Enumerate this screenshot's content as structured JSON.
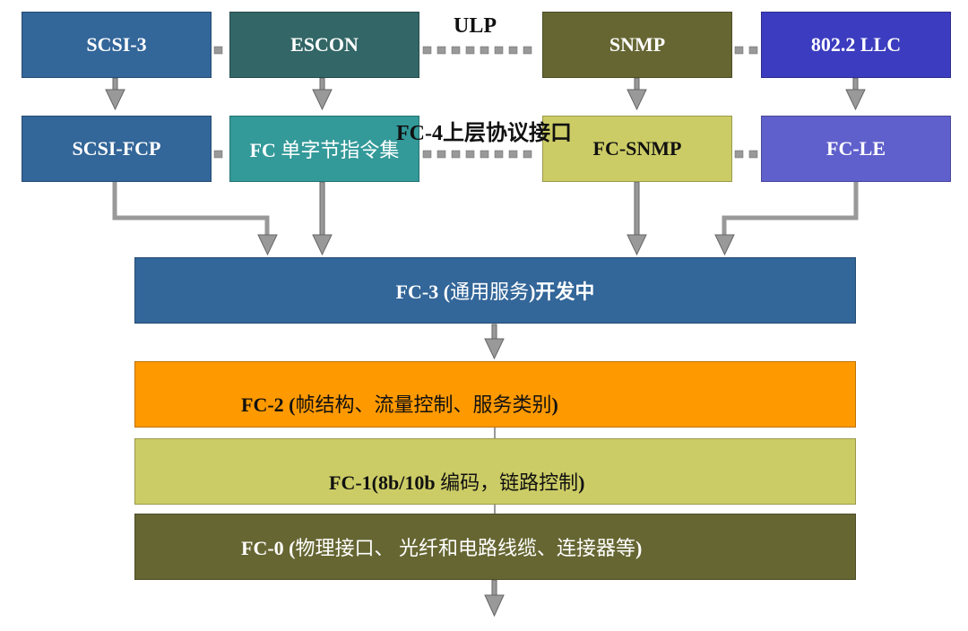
{
  "top_row": {
    "scsi3": "SCSI-3",
    "escon": "ESCON",
    "snmp": "SNMP",
    "llc": "802.2 LLC"
  },
  "ulp_label": "ULP",
  "fc4_label": "FC-4上层协议接口",
  "mid_row": {
    "scsi_fcp": "SCSI-FCP",
    "fc_single_a": "FC ",
    "fc_single_b": "单字节指令集",
    "fc_snmp": "FC-SNMP",
    "fc_le": "FC-LE"
  },
  "layers": {
    "fc3_a": "FC-3 (",
    "fc3_b": "通用服务",
    "fc3_c": ")开发中",
    "fc2_a": "FC-2 (",
    "fc2_b": "帧结构、流量控制、服务类别",
    "fc2_c": ")",
    "fc1_a": "FC-1(8b/10b ",
    "fc1_b": "编码，链路控制",
    "fc1_c": ")",
    "fc0_a": "FC-0 (",
    "fc0_b": "物理接口、 光纤和电路线缆、连接器等",
    "fc0_c": ")"
  },
  "colors": {
    "scsi": "#336699",
    "escon": "#336666",
    "snmp": "#666633",
    "llc": "#3c3cc0",
    "fc_single": "#339999",
    "fc_snmp": "#cccc66",
    "fc_le": "#6060cc",
    "fc3": "#336699",
    "fc2": "#ff9900",
    "fc1": "#cccc66",
    "fc0": "#666633",
    "arrow": "#999999"
  }
}
